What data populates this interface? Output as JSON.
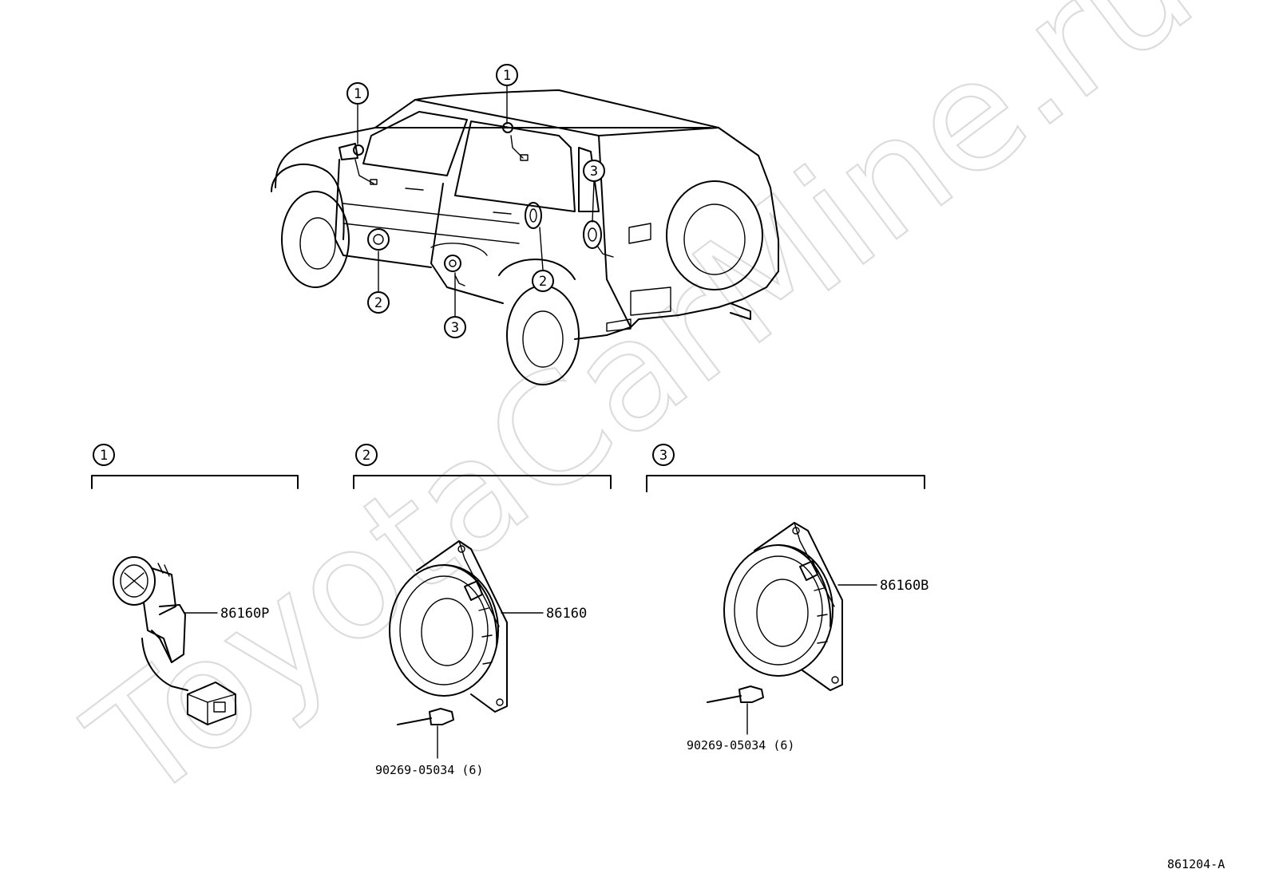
{
  "watermark": "ToyotaCarMine.ru",
  "callouts": {
    "c1": "1",
    "c2": "2",
    "c3": "3"
  },
  "groups": [
    {
      "id": "1",
      "parts": [
        {
          "number": "86160P"
        }
      ]
    },
    {
      "id": "2",
      "parts": [
        {
          "number": "86160"
        },
        {
          "number": "90269-05034 (6)"
        }
      ]
    },
    {
      "id": "3",
      "parts": [
        {
          "number": "86160B"
        },
        {
          "number": "90269-05034 (6)"
        }
      ]
    }
  ],
  "diagram_code": "861204-A",
  "colors": {
    "line": "#000000",
    "watermark": "#dcdcdc",
    "background": "#ffffff"
  }
}
